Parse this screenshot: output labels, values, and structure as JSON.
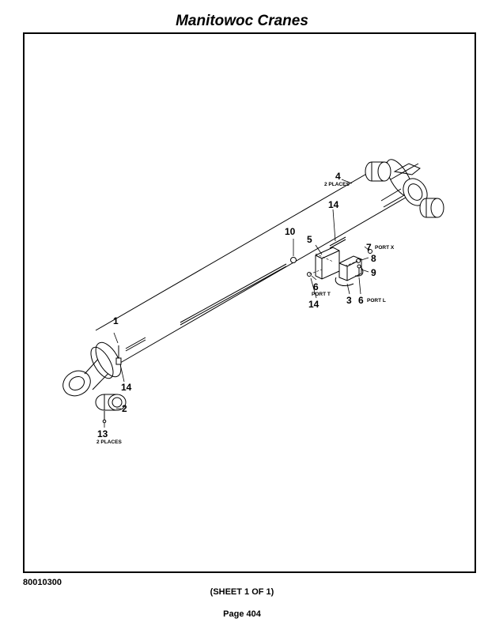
{
  "header": {
    "title": "Manitowoc Cranes"
  },
  "footer": {
    "doc_number": "80010300",
    "sheet": "(SHEET 1 OF 1)",
    "page": "Page 404"
  },
  "callouts": {
    "c1": "1",
    "c2": "2",
    "c3": "3",
    "c4": "4",
    "c5": "5",
    "c6_t": "6",
    "c6_l": "6",
    "c7": "7",
    "c8": "8",
    "c9": "9",
    "c10": "10",
    "c13": "13",
    "c14_top": "14",
    "c14_mid": "14",
    "c14_low": "14"
  },
  "notes": {
    "two_places_4": "2 PLACES",
    "two_places_13": "2 PLACES",
    "port_x": "PORT X",
    "port_t": "PORT T",
    "port_l": "PORT L"
  }
}
